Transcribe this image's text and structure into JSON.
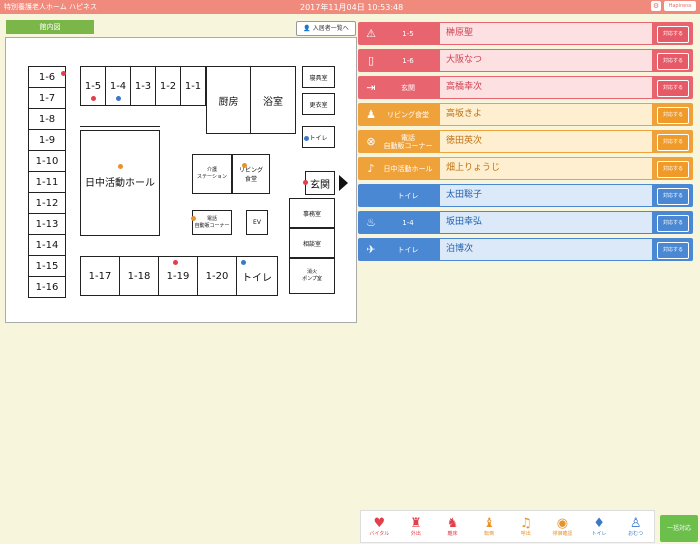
{
  "titlebar": {
    "app_name": "特別養護老人ホーム ハピネス",
    "datetime": "2017年11月04日 10:53:48",
    "settings_glyph": "⚙",
    "logo_text": "Hapiness"
  },
  "floor": {
    "tab_label": "館内図",
    "list_button_label": "入居者一覧へ",
    "rooms": {
      "r16": "1-6",
      "r17": "1-7",
      "r18": "1-8",
      "r19": "1-9",
      "r110": "1-10",
      "r111": "1-11",
      "r112": "1-12",
      "r113": "1-13",
      "r114": "1-14",
      "r115": "1-15",
      "r116": "1-16",
      "r15": "1-5",
      "r14": "1-4",
      "r13": "1-3",
      "r12": "1-2",
      "r11": "1-1",
      "kitchen": "厨房",
      "bath": "浴室",
      "linen": "寝具室",
      "changing": "更衣室",
      "toilet_right": "トイレ",
      "hall": "日中活動ホール",
      "care_station": "介護\nステーション",
      "living_dining": "リビング\n食堂",
      "phone_corner": "電話\n自動販コーナー",
      "ev": "EV",
      "entrance": "玄関",
      "office": "事務室",
      "consult": "相談室",
      "fire_pump": "消火\nポンプ室",
      "r117": "1-17",
      "r118": "1-18",
      "r119": "1-19",
      "r120": "1-20",
      "toilet_bottom": "トイレ"
    }
  },
  "alerts": [
    {
      "color": "red",
      "icon": "⚠",
      "category": "1-5",
      "name": "榊原聖",
      "action": "対応する"
    },
    {
      "color": "red",
      "icon": "▯",
      "category": "1-6",
      "name": "大阪なつ",
      "action": "対応する"
    },
    {
      "color": "red",
      "icon": "⇥",
      "category": "玄関",
      "name": "高橋幸次",
      "action": "対応する"
    },
    {
      "color": "orange",
      "icon": "♟",
      "category": "リビング食堂",
      "name": "高坂きよ",
      "action": "対応する"
    },
    {
      "color": "orange",
      "icon": "⊗",
      "category": "電話\n自動販コーナー",
      "name": "徳田英次",
      "action": "対応する"
    },
    {
      "color": "orange",
      "icon": "♪",
      "category": "日中活動ホール",
      "name": "畑上りょうじ",
      "action": "対応する"
    },
    {
      "color": "blue",
      "icon": "",
      "category": "トイレ",
      "name": "太田聡子",
      "action": "対応する"
    },
    {
      "color": "blue",
      "icon": "♨",
      "category": "1-4",
      "name": "坂田幸弘",
      "action": "対応する"
    },
    {
      "color": "blue",
      "icon": "✈",
      "category": "トイレ",
      "name": "泊博次",
      "action": "対応する"
    }
  ],
  "bottombar": {
    "items": [
      {
        "glyph": "♥",
        "label": "バイタル",
        "color": "#e0404a"
      },
      {
        "glyph": "♜",
        "label": "外出",
        "color": "#e0404a"
      },
      {
        "glyph": "♞",
        "label": "離床",
        "color": "#e0404a"
      },
      {
        "glyph": "♝",
        "label": "転倒",
        "color": "#e8922a"
      },
      {
        "glyph": "♫",
        "label": "呼出",
        "color": "#e8922a"
      },
      {
        "glyph": "◉",
        "label": "徘徊確認",
        "color": "#e8922a"
      },
      {
        "glyph": "♦",
        "label": "トイレ",
        "color": "#3a78c8"
      },
      {
        "glyph": "♙",
        "label": "おむつ",
        "color": "#3a78c8"
      }
    ],
    "bulk_button": "一括対応"
  }
}
